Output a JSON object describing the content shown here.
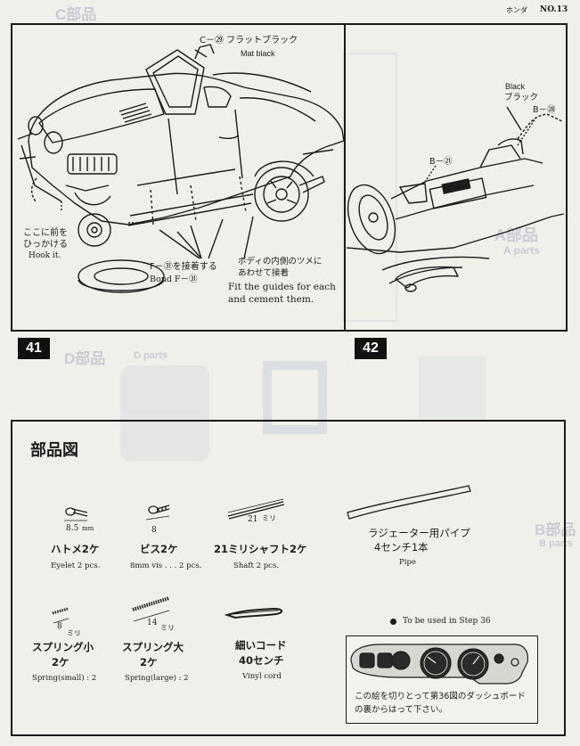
{
  "header": {
    "brand": "ホンダ",
    "page_no": "NO.13"
  },
  "background": {
    "c_parts": "C部品",
    "a_parts_jp": "A部品",
    "a_parts_en": "A parts",
    "b_parts_jp": "B部品",
    "b_parts_en": "B parts",
    "d_parts_jp": "D部品",
    "d_parts_en": "D parts"
  },
  "step41": {
    "number": "41",
    "c29_label": "C－㉙ フラットブラック",
    "c29_en": "Mat black",
    "hook_jp_line1": "ここに前を",
    "hook_jp_line2": "ひっかける",
    "hook_en": "Hook it.",
    "bond_jp": "F－㉛を接着する",
    "bond_en": "Bond F－㉛",
    "guides_jp_line1": "ボディの内側のツメに",
    "guides_jp_line2": "あわせて接着",
    "guides_en_line1": "Fit the guides for each",
    "guides_en_line2": "and cement them."
  },
  "step42": {
    "number": "42",
    "black_en": "Black",
    "black_jp": "ブラック",
    "b28_label": "B－㉘",
    "b21_label": "B－㉑"
  },
  "parts_panel": {
    "title": "部品図",
    "items": [
      {
        "jp": "ハトメ2ケ",
        "en": "Eyelet    2 pcs.",
        "dim": "8.5"
      },
      {
        "jp": "ビス2ケ",
        "en": "8mm vis . . . 2 pcs.",
        "dim": "8"
      },
      {
        "jp": "21ミリシャフト2ケ",
        "en": "Shaft    2 pcs.",
        "dim": "21"
      },
      {
        "jp_line1": "ラジェーター用パイプ",
        "jp_line2": "4センチ1本",
        "en": "Pipe"
      },
      {
        "jp_line1": "スプリング小",
        "jp_line2": "2ケ",
        "en": "Spring(small) :  2",
        "dim": "8"
      },
      {
        "jp_line1": "スプリング大",
        "jp_line2": "2ケ",
        "en": "Spring(large) :  2",
        "dim": "14"
      },
      {
        "jp_line1": "細いコード",
        "jp_line2": "40センチ",
        "en": "Vinyl cord"
      }
    ],
    "dim_unit_small": "mm",
    "dim_unit_jp": "ミリ",
    "step36_note": "To be used in Step 36",
    "dashboard_note_line1": "この絵を切りとって第36図のダッシュボード",
    "dashboard_note_line2": "の裏からはって下さい。"
  }
}
